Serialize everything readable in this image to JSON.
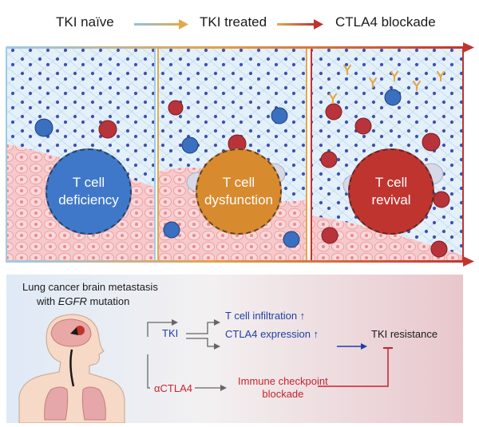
{
  "stages": [
    "TKI naïve",
    "TKI treated",
    "CTLA4 blockade"
  ],
  "panels": [
    {
      "circle": [
        "T cell",
        "deficiency"
      ],
      "color": "#3f78c9"
    },
    {
      "circle": [
        "T cell",
        "dysfunction"
      ],
      "color": "#d88a2e"
    },
    {
      "circle": [
        "T cell",
        "revival"
      ],
      "color": "#c0342f"
    }
  ],
  "bottom": {
    "title_line1": "Lung cancer brain metastasis",
    "title_line2_prefix": "with ",
    "title_line2_gene": "EGFR",
    "title_line2_suffix": " mutation",
    "tki": "TKI",
    "tcell_infiltration": "T cell infiltration ↑",
    "ctla4_expression": "CTLA4 expression ↑",
    "tki_resistance": "TKI resistance",
    "actla4": "αCTLA4",
    "checkpoint_line1": "Immune checkpoint",
    "checkpoint_line2": "blockade"
  },
  "colors": {
    "blue_text": "#1f3fa8",
    "red_text": "#c8232c",
    "dark_text": "#1a1a1a"
  }
}
